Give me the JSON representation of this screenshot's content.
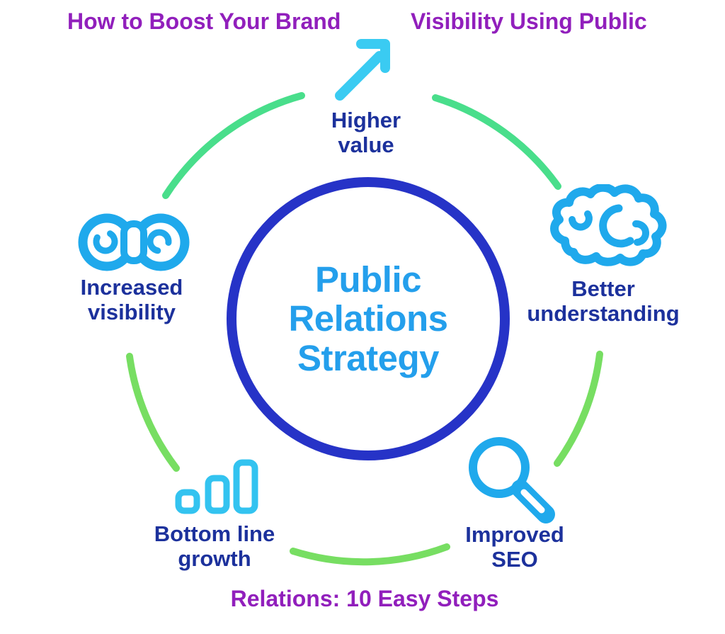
{
  "header": {
    "title_left": "How to Boost Your Brand",
    "title_right": "Visibility Using Public"
  },
  "footer": {
    "title": "Relations: 10 Easy Steps"
  },
  "center_circle": {
    "title": "Public\nRelations\nStrategy"
  },
  "nodes": {
    "top": {
      "label": "Higher\nvalue",
      "icon": "arrow-up-right-icon"
    },
    "left": {
      "label": "Increased\nvisibility",
      "icon": "binoculars-icon"
    },
    "right": {
      "label": "Better\nunderstanding",
      "icon": "brain-icon"
    },
    "bottom_left": {
      "label": "Bottom line\ngrowth",
      "icon": "bar-chart-icon"
    },
    "bottom_right": {
      "label": "Improved\nSEO",
      "icon": "magnifier-icon"
    }
  },
  "colors": {
    "title_purple": "#911FBC",
    "label_navy": "#1C319C",
    "center_text_blue": "#249FEC",
    "center_ring_blue": "#2633C7",
    "icon_cyan": "#1FA9EC",
    "icon_cyan_light": "#33C3F0",
    "arrow_cyan": "#3ACBF2",
    "arc_green_mint": "#49DE8B",
    "arc_green_lime": "#77DE62"
  }
}
